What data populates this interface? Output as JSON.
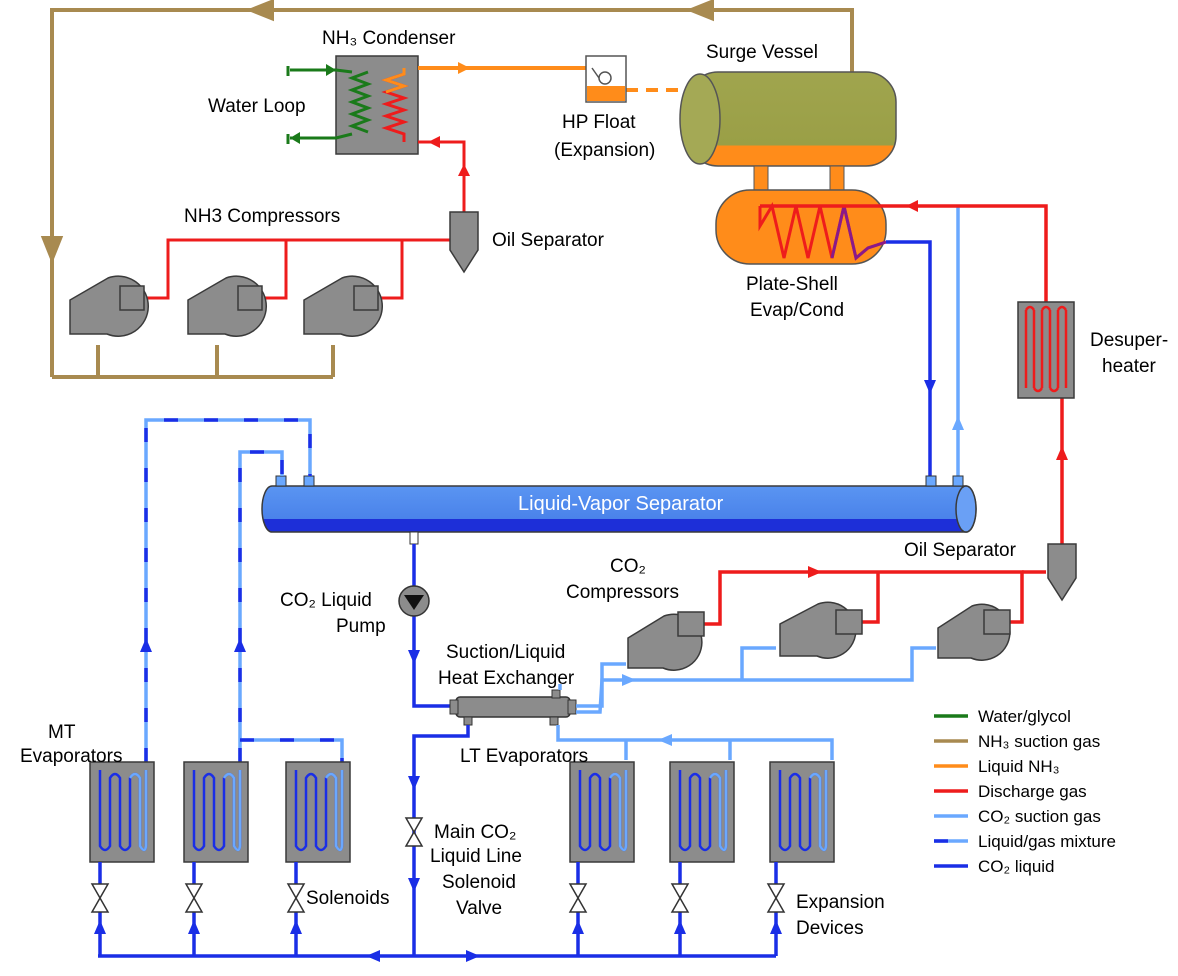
{
  "labels": {
    "nh3_condenser": "NH₃ Condenser",
    "water_loop": "Water Loop",
    "surge_vessel": "Surge Vessel",
    "hp_float_1": "HP Float",
    "hp_float_2": "(Expansion)",
    "nh3_compressors": "NH3 Compressors",
    "oil_separator_nh3": "Oil Separator",
    "plate_shell_1": "Plate-Shell",
    "plate_shell_2": "Evap/Cond",
    "desuperheater_1": "Desuper-",
    "desuperheater_2": "heater",
    "liquid_vapor_separator": "Liquid-Vapor Separator",
    "oil_separator_co2": "Oil Separator",
    "co2_compressors_1": "CO₂",
    "co2_compressors_2": "Compressors",
    "co2_pump_1": "CO₂ Liquid",
    "co2_pump_2": "Pump",
    "shx_1": "Suction/Liquid",
    "shx_2": "Heat Exchanger",
    "mt_evap_1": "MT",
    "mt_evap_2": "Evaporators",
    "lt_evap": "LT Evaporators",
    "main_valve_1": "Main CO₂",
    "main_valve_2": "Liquid Line",
    "main_valve_3": "Solenoid",
    "main_valve_4": "Valve",
    "solenoids": "Solenoids",
    "expansion_1": "Expansion",
    "expansion_2": "Devices"
  },
  "legend": [
    {
      "label": "Water/glycol",
      "color": "#1a7a1a",
      "style": "solid"
    },
    {
      "label": "NH₃ suction gas",
      "color": "#a88a50",
      "style": "solid"
    },
    {
      "label": "Liquid NH₃",
      "color": "#ff8c1a",
      "style": "solid"
    },
    {
      "label": "Discharge gas",
      "color": "#ee1c1c",
      "style": "solid"
    },
    {
      "label": "CO₂ suction gas",
      "color": "#6aa8ff",
      "style": "solid"
    },
    {
      "label": "Liquid/gas mixture",
      "color": "#6aa8ff",
      "style": "mixed"
    },
    {
      "label": "CO₂ liquid",
      "color": "#1a2ee6",
      "style": "solid"
    }
  ],
  "colors": {
    "water": "#1a7a1a",
    "nh3_suction": "#a88a50",
    "liquid_nh3": "#ff8c1a",
    "discharge": "#ee1c1c",
    "co2_suction": "#6aa8ff",
    "co2_liquid": "#1a2ee6",
    "equipment": "#8c8c8c",
    "separator": "#4a86ee",
    "vessel": "#9aa046"
  }
}
